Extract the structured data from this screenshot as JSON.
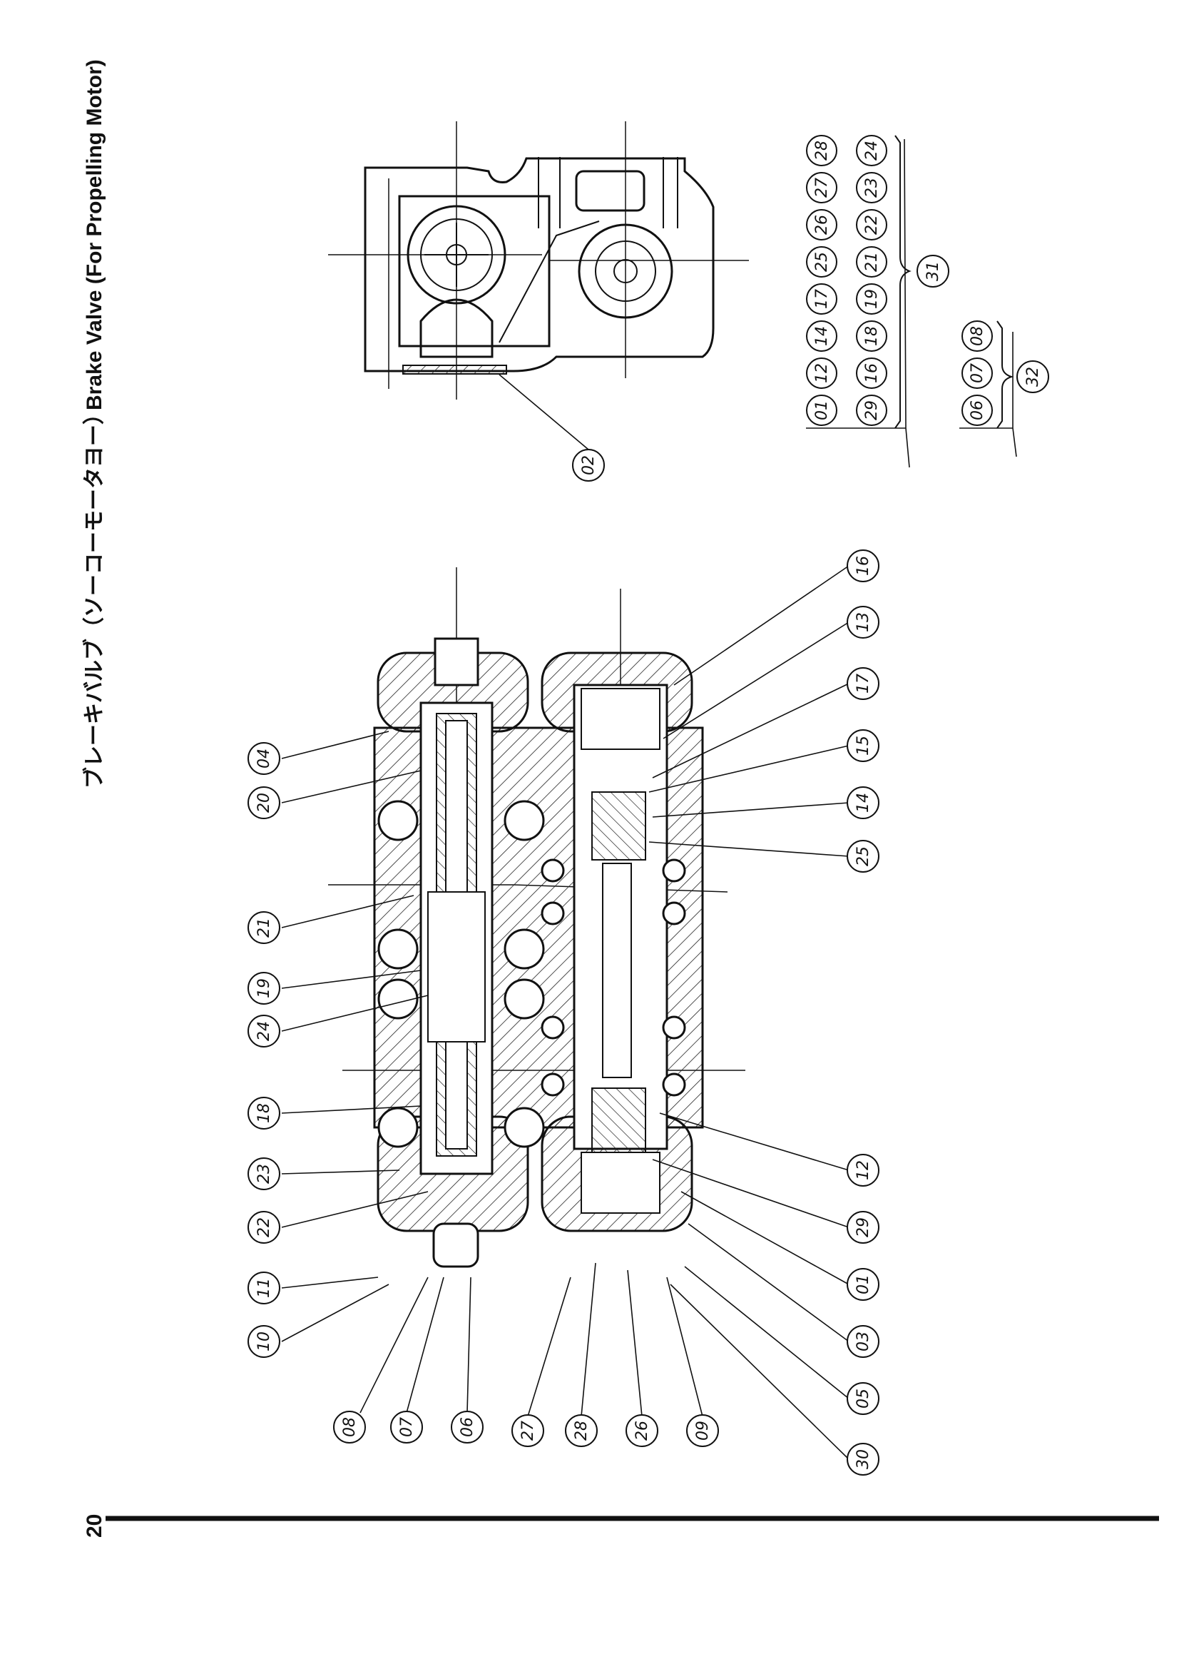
{
  "title": {
    "japanese": "ブレーキバルブ（ソーコーモータヨー）",
    "english": "Brake Valve  (For  Propelling Motor)"
  },
  "page_number": "20",
  "callouts_left_row": [
    "04",
    "20",
    "21",
    "19",
    "24",
    "18",
    "23",
    "22",
    "11",
    "10"
  ],
  "callouts_bottom_row": [
    "08",
    "07",
    "06",
    "27",
    "28",
    "26",
    "09"
  ],
  "callouts_right_col": [
    "16",
    "13",
    "17",
    "15",
    "14",
    "25",
    "12",
    "29",
    "01",
    "03",
    "05",
    "30"
  ],
  "callout_top_view": "02",
  "assembly_31": {
    "label": "31",
    "row1": [
      "01",
      "12",
      "14",
      "17",
      "25",
      "26",
      "27",
      "28"
    ],
    "row2": [
      "29",
      "16",
      "18",
      "19",
      "21",
      "22",
      "23",
      "24"
    ]
  },
  "assembly_32": {
    "label": "32",
    "row": [
      "06",
      "07",
      "08"
    ]
  }
}
